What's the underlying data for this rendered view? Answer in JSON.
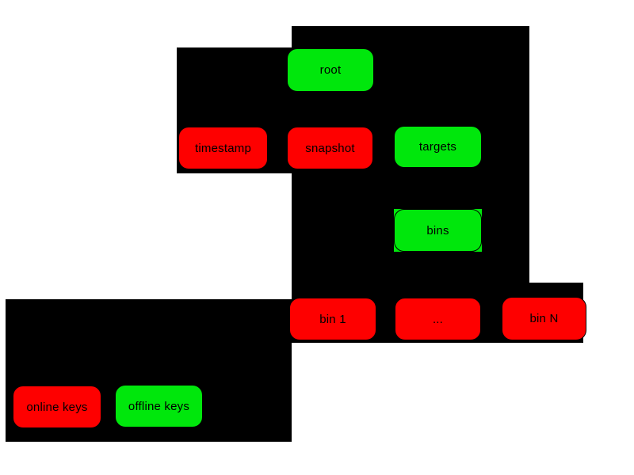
{
  "diagram": {
    "description": "role hierarchy diagram with colored key boxes on black panels",
    "canvas_background": "#ffffff",
    "panel_color": "#000000",
    "node_colors": {
      "red": "#fe0000",
      "green": "#00e70c"
    },
    "nodes": [
      {
        "id": "root",
        "label": "root",
        "color": "green"
      },
      {
        "id": "timestamp",
        "label": "timestamp",
        "color": "red"
      },
      {
        "id": "snapshot",
        "label": "snapshot",
        "color": "red"
      },
      {
        "id": "targets",
        "label": "targets",
        "color": "green"
      },
      {
        "id": "bins",
        "label": "bins",
        "color": "green"
      },
      {
        "id": "bin-1",
        "label": "bin 1",
        "color": "red"
      },
      {
        "id": "bin-ellipsis",
        "label": "...",
        "color": "red"
      },
      {
        "id": "bin-n",
        "label": "bin N",
        "color": "red"
      },
      {
        "id": "online-keys",
        "label": "online keys",
        "color": "red"
      },
      {
        "id": "offline-keys",
        "label": "offline keys",
        "color": "green"
      }
    ]
  }
}
